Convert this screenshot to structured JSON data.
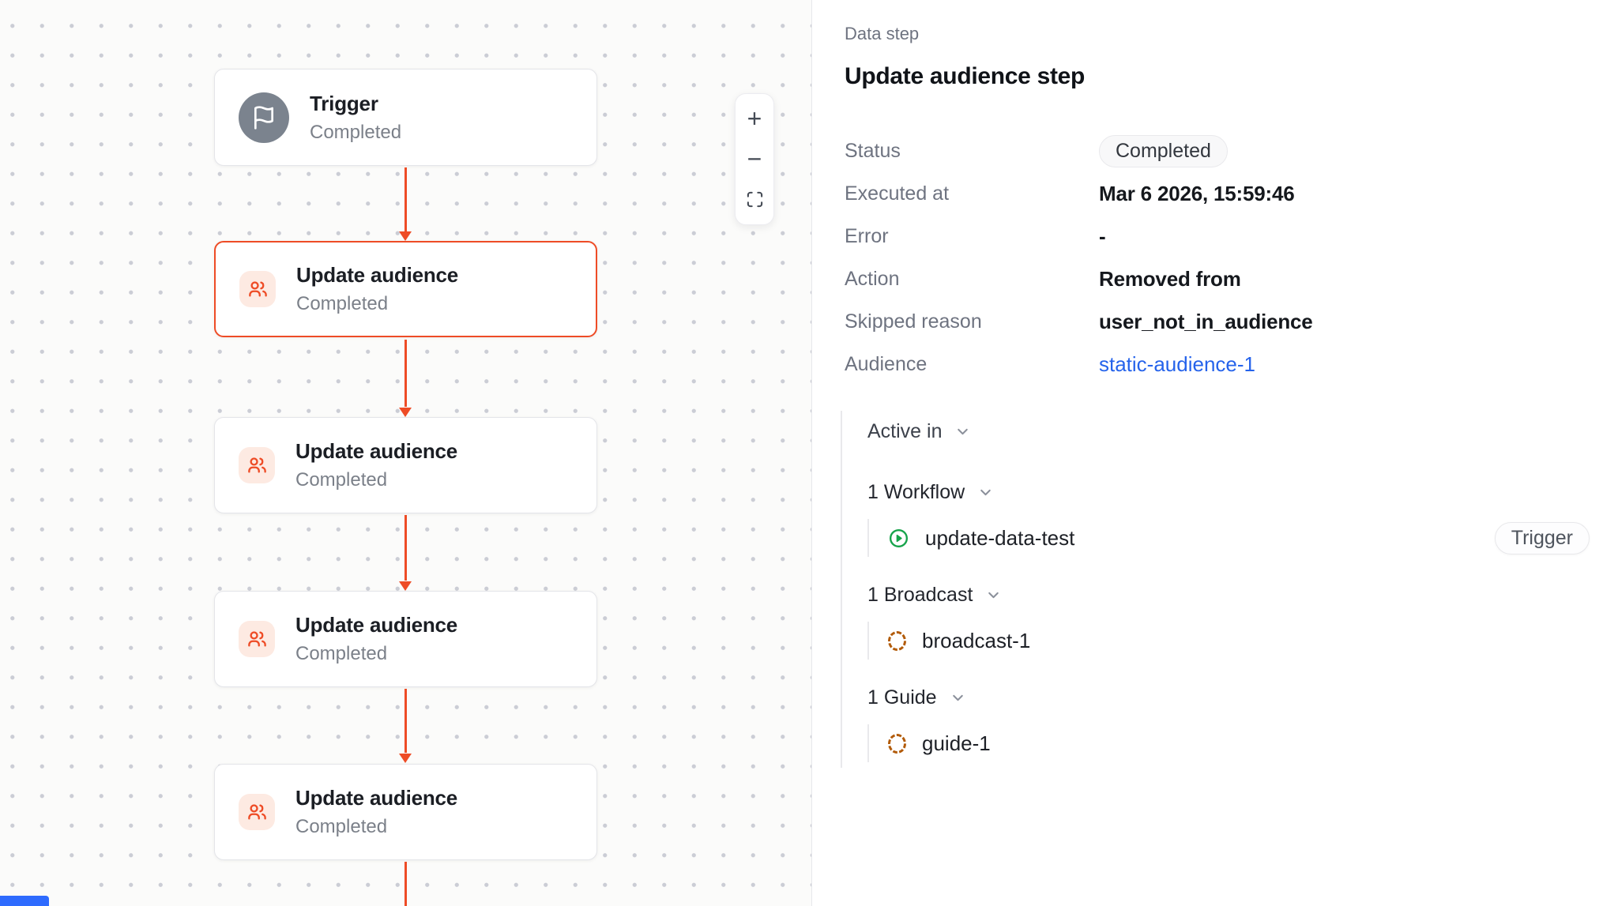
{
  "colors": {
    "accent_orange": "#ee4c26",
    "node_icon_bg": "#fdeae2",
    "trigger_icon_bg": "#7b838e",
    "link_blue": "#2563eb",
    "workflow_green": "#16a34a",
    "draft_amber": "#b25b09",
    "canvas_bg": "#fbfbfa",
    "canvas_dot": "#cbcdd5"
  },
  "canvas": {
    "nodes": [
      {
        "title": "Trigger",
        "status": "Completed",
        "icon": "flag-icon",
        "selected": false
      },
      {
        "title": "Update audience",
        "status": "Completed",
        "icon": "users-icon",
        "selected": true
      },
      {
        "title": "Update audience",
        "status": "Completed",
        "icon": "users-icon",
        "selected": false
      },
      {
        "title": "Update audience",
        "status": "Completed",
        "icon": "users-icon",
        "selected": false
      },
      {
        "title": "Update audience",
        "status": "Completed",
        "icon": "users-icon",
        "selected": false
      }
    ],
    "zoom_controls": {
      "zoom_in_label": "+",
      "zoom_out_label": "−",
      "fit_view": "maximize-icon"
    }
  },
  "panel": {
    "eyebrow": "Data step",
    "title": "Update audience step",
    "fields": [
      {
        "label": "Status",
        "value": "Completed"
      },
      {
        "label": "Executed at",
        "value": "Mar 6 2026, 15:59:46"
      },
      {
        "label": "Error",
        "value": "-"
      },
      {
        "label": "Action",
        "value": "Removed from"
      },
      {
        "label": "Skipped reason",
        "value": "user_not_in_audience"
      },
      {
        "label": "Audience",
        "value": "static-audience-1"
      }
    ],
    "active_in": {
      "label": "Active in",
      "groups": [
        {
          "label": "1 Workflow",
          "items": [
            {
              "name": "update-data-test",
              "icon": "play-circle-icon",
              "badge": "Trigger"
            }
          ]
        },
        {
          "label": "1 Broadcast",
          "items": [
            {
              "name": "broadcast-1",
              "icon": "dashed-circle-icon"
            }
          ]
        },
        {
          "label": "1 Guide",
          "items": [
            {
              "name": "guide-1",
              "icon": "dashed-circle-icon"
            }
          ]
        }
      ]
    }
  }
}
